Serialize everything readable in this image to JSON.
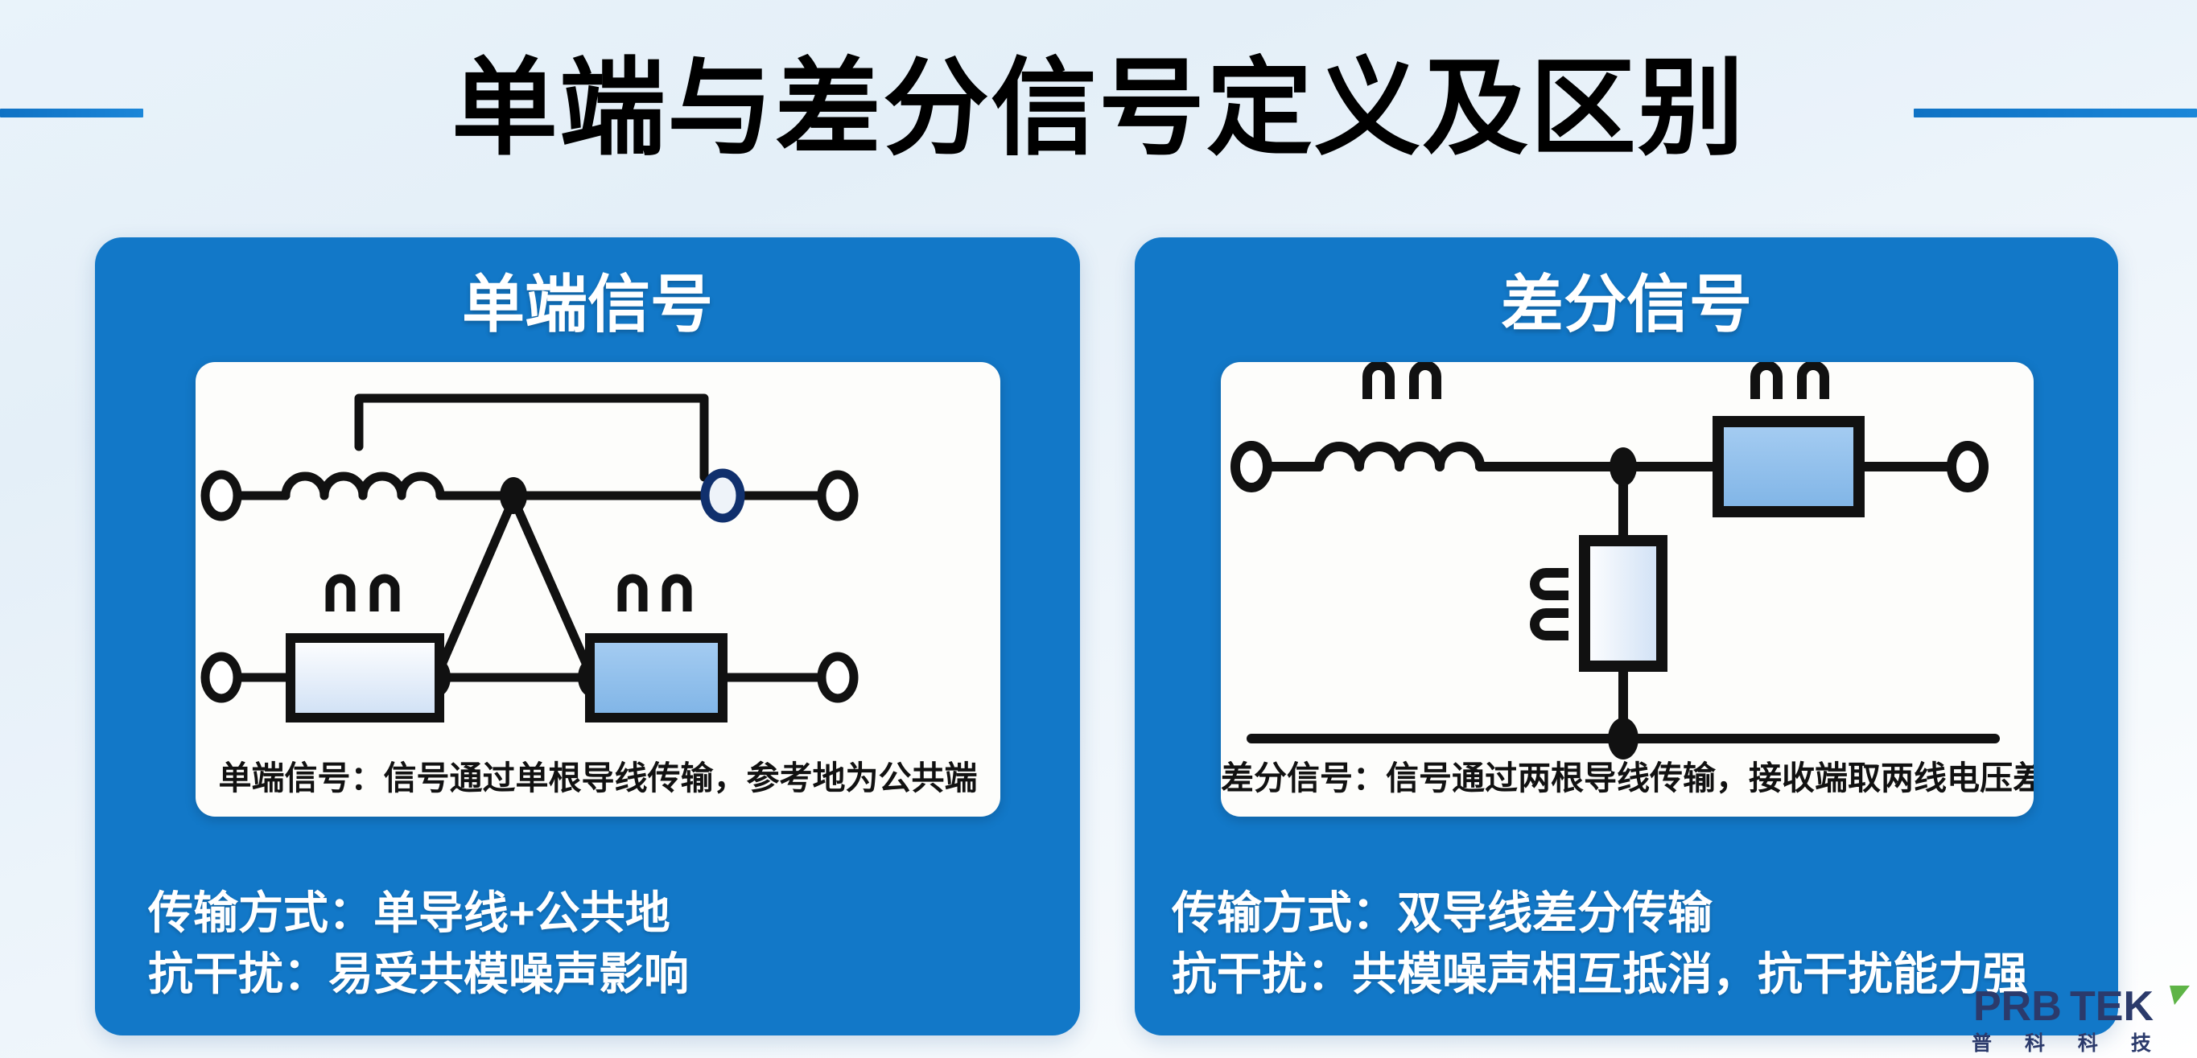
{
  "header": {
    "title": "单端与差分信号定义及区别",
    "rule_color": "#1278c8"
  },
  "cards": [
    {
      "id": "single-ended",
      "title": "单端信号",
      "caption": "单端信号：信号通过单根导线传输，参考地为公共端",
      "bullets": [
        "传输方式：单导线+公共地",
        "抗干扰：易受共模噪声影响"
      ]
    },
    {
      "id": "differential",
      "title": "差分信号",
      "caption": "差分信号：信号通过两根导线传输，接收端取两线电压差",
      "bullets": [
        "传输方式：双导线差分传输",
        "抗干扰：共模噪声相互抵消，抗干扰能力强"
      ]
    }
  ],
  "logo": {
    "word_primary": "PRB",
    "word_secondary": "TEK",
    "subtitle": "普 科 科 技",
    "color_primary": "#2b3a6b",
    "color_accent": "#5eb447"
  },
  "colors": {
    "card_blue": "#1278c8",
    "panel_white": "#fdfdfb",
    "resistor_light": "#dce9f8",
    "resistor_dark": "#8fbde9",
    "wire_black": "#111111"
  }
}
